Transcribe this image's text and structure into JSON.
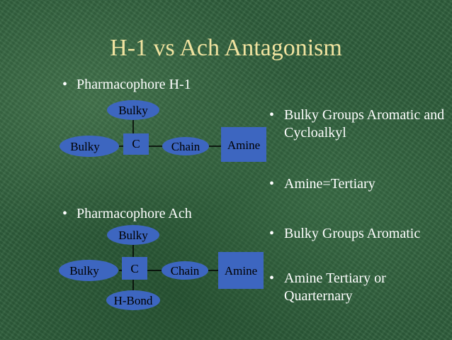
{
  "slide": {
    "title": "H-1 vs Ach Antagonism",
    "bullet_char": "•",
    "colors": {
      "background": "#2f5f3c",
      "title": "#f0e3a0",
      "text": "#ffffff",
      "node_fill": "#3d66c0",
      "node_text": "#000000"
    }
  },
  "section_h1": {
    "heading": "Pharmacophore H-1",
    "nodes": {
      "bulky_top": "Bulky",
      "bulky_left": "Bulky",
      "c": "C",
      "chain": "Chain",
      "amine": "Amine"
    },
    "notes": [
      {
        "text": "Bulky Groups Aromatic and Cycloalkyl"
      },
      {
        "text": "Amine=Tertiary"
      }
    ]
  },
  "section_ach": {
    "heading": "Pharmacophore Ach",
    "nodes": {
      "bulky_top": "Bulky",
      "bulky_left": "Bulky",
      "c": "C",
      "chain": "Chain",
      "amine": "Amine",
      "hbond": "H-Bond"
    },
    "notes": [
      {
        "text": "Bulky Groups Aromatic"
      },
      {
        "text": "Amine Tertiary or Quarternary"
      }
    ]
  }
}
